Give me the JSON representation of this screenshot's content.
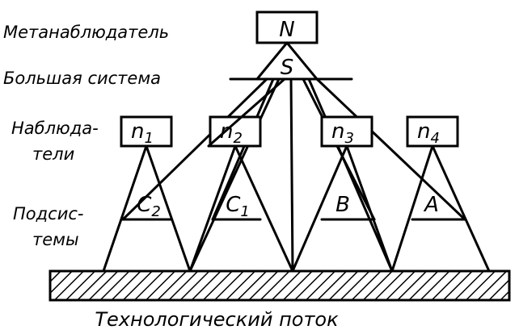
{
  "labels": {
    "metaobserver": "Метанаблюдатель",
    "big_system": "Большая система",
    "observers_line1": "Наблюда-",
    "observers_line2": "тели",
    "subsystems_line1": "Подсис-",
    "subsystems_line2": "темы",
    "flow": "Технологический поток"
  },
  "nodes": {
    "meta": "N",
    "system": "S",
    "observers": [
      {
        "base": "n",
        "sub": "1"
      },
      {
        "base": "n",
        "sub": "2"
      },
      {
        "base": "n",
        "sub": "3"
      },
      {
        "base": "n",
        "sub": "4"
      }
    ],
    "subsystems": [
      {
        "base": "C",
        "sub": "2"
      },
      {
        "base": "C",
        "sub": "1"
      },
      {
        "base": "B",
        "sub": ""
      },
      {
        "base": "A",
        "sub": ""
      }
    ]
  }
}
